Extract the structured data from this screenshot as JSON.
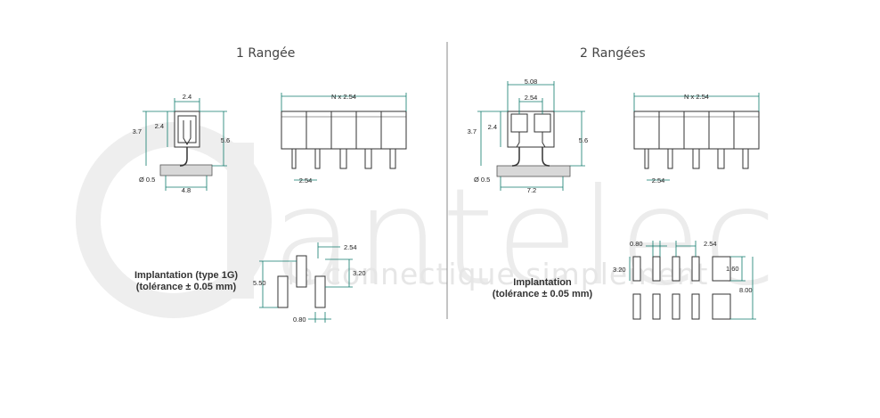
{
  "watermark": {
    "brand": "antelec",
    "tagline": "la connectique simplement"
  },
  "left": {
    "title": "1 Rangée",
    "dims": {
      "top_width": "2.4",
      "top_height": "2.4",
      "height_a": "3.7",
      "height_b": "5.6",
      "hole": "Ø 0.5",
      "width_b": "4.8",
      "front": "N x 2.54",
      "pitch": "2.54"
    },
    "implantation": {
      "label_line1": "Implantation (type 1G)",
      "label_line2": "(tolérance ± 0.05 mm)",
      "pitch": "2.54",
      "height": "3.20",
      "span": "5.50",
      "width": "0.80"
    }
  },
  "right": {
    "title": "2 Rangées",
    "dims": {
      "top_width_outer": "5.08",
      "top_width_inner": "2.54",
      "top_height": "2.4",
      "height_a": "3.7",
      "height_b": "5.6",
      "hole": "Ø 0.5",
      "width_b": "7.2",
      "front": "N x 2.54",
      "pitch": "2.54"
    },
    "implantation": {
      "label_line1": "Implantation",
      "label_line2": "(tolérance ± 0.05 mm)",
      "width": "0.80",
      "pitch": "2.54",
      "height": "3.20",
      "gap": "1.60",
      "span": "8.00"
    }
  },
  "colors": {
    "dimension": "#0f7a6c",
    "outline": "#333333",
    "divider": "#888888",
    "watermark": "#ececec"
  }
}
